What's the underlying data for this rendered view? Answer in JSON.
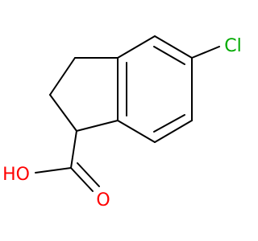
{
  "molecule": {
    "atoms": {
      "chlorine": {
        "text": "Cl",
        "color": "#00aa00"
      },
      "hydroxyl": {
        "text": "HO",
        "color": "#ff0000"
      },
      "carbonyl_oxygen": {
        "text": "O",
        "color": "#ff0000"
      }
    },
    "bond_color": "#000000"
  }
}
